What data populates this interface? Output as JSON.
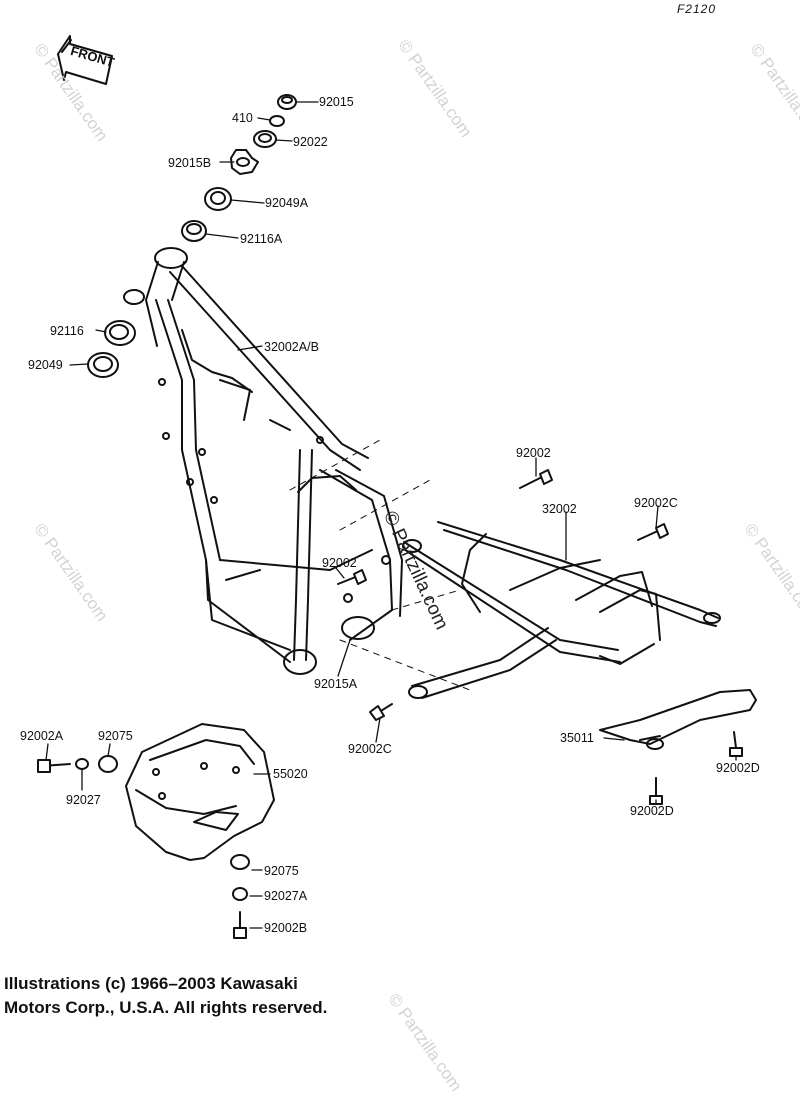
{
  "figure_ref": "F2120",
  "front_badge": "FRONT",
  "watermark": "© Partzilla.com",
  "copyright": {
    "line1": "Illustrations (c) 1966–2003 Kawasaki",
    "line2": "Motors Corp., U.S.A.  All rights reserved."
  },
  "parts": {
    "p92015": "92015",
    "p410": "410",
    "p92022": "92022",
    "p92015B": "92015B",
    "p92049A": "92049A",
    "p92116A": "92116A",
    "p92116": "92116",
    "p32002AB": "32002A/B",
    "p92049": "92049",
    "p92002_top": "92002",
    "p32002": "32002",
    "p92002C_r": "92002C",
    "p92002_mid": "92002",
    "p92015A": "92015A",
    "p92002C_b": "92002C",
    "p35011": "35011",
    "p92002D_r": "92002D",
    "p92002D_b": "92002D",
    "p92002A": "92002A",
    "p92075_t": "92075",
    "p55020": "55020",
    "p92027": "92027",
    "p92075_b": "92075",
    "p92027A": "92027A",
    "p92002B": "92002B"
  }
}
